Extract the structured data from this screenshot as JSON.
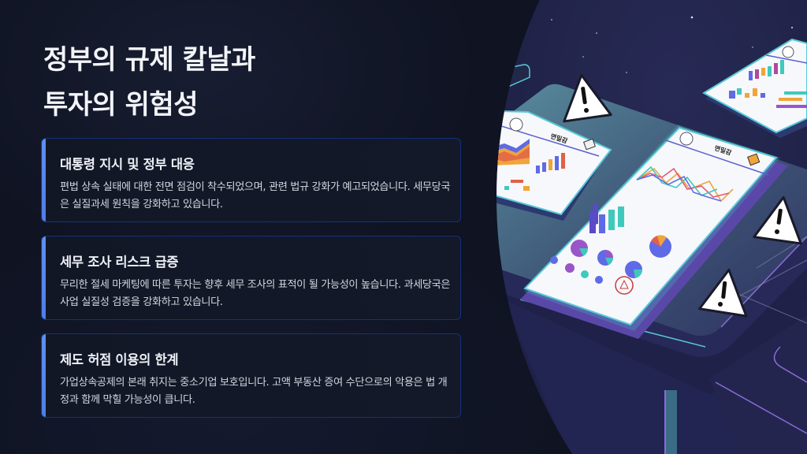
{
  "slide": {
    "title_lines": [
      "정부의 규제 칼날과",
      "투자의 위험성"
    ],
    "cards": [
      {
        "title": "대통령 지시 및 정부 대응",
        "body": "편법 상속 실태에 대한 전면 점검이 착수되었으며, 관련 법규 강화가 예고되었습니다. 세무당국은 실질과세 원칙을 강화하고 있습니다."
      },
      {
        "title": "세무 조사 리스크 급증",
        "body": "무리한 절세 마케팅에 따른 투자는 향후 세무 조사의 표적이 될 가능성이 높습니다. 과세당국은 사업 실질성 검증을 강화하고 있습니다."
      },
      {
        "title": "제도 허점 이용의 한계",
        "body": "가업상속공제의 본래 취지는 중소기업 보호입니다. 고액 부동산 증여 수단으로의 악용은 법 개정과 함께 막힐 가능성이 큽니다."
      }
    ]
  },
  "illustration": {
    "description": "Isometric desks with financial report documents and warning signs",
    "document_header_label": "면밀감",
    "icons": [
      "warning-triangle",
      "warning-triangle",
      "warning-triangle",
      "warning-triangle"
    ]
  },
  "colors": {
    "background": "#0f1322",
    "card_border": "#16307a",
    "card_accent": "#5f8ff0",
    "teal": "#3fc9bd",
    "purple": "#9a55c8",
    "orange": "#f0a43a",
    "blue": "#5f6ae6",
    "red": "#e05a5a"
  }
}
